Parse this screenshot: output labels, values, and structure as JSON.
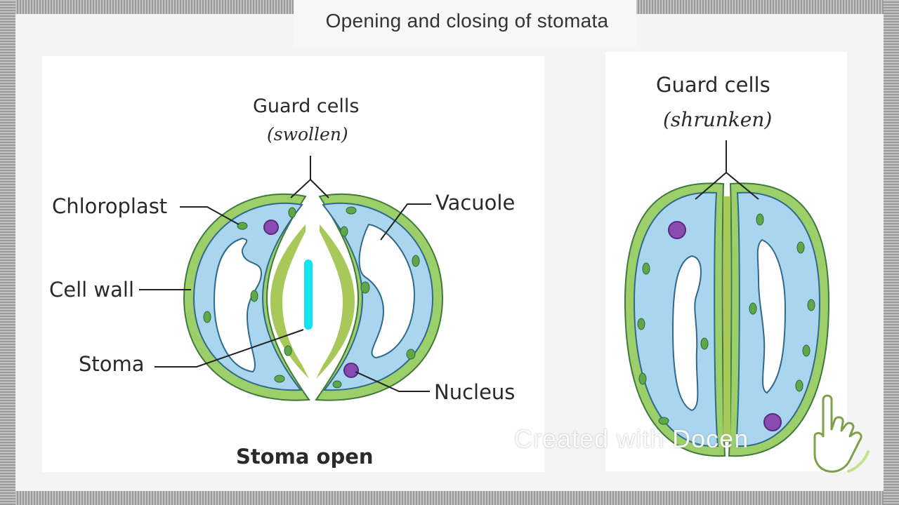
{
  "title": "Opening and closing of stomata",
  "open_diagram": {
    "guard_cells_label": "Guard cells",
    "guard_cells_state": "(swollen)",
    "chloroplast": "Chloroplast",
    "vacuole": "Vacuole",
    "cell_wall": "Cell wall",
    "stoma": "Stoma",
    "nucleus": "Nucleus",
    "caption": "Stoma open"
  },
  "closed_diagram": {
    "guard_cells_label": "Guard cells",
    "guard_cells_state": "(shrunken)"
  },
  "watermark": "Created with Docen",
  "colors": {
    "cell_wall": "#9ccf6a",
    "cytoplasm": "#a9d6ee",
    "outline": "#2f6a8a",
    "chloroplast": "#5fa84a",
    "nucleus": "#8a4bb0",
    "stoma_marker": "#13e3f0"
  },
  "icons": [
    "hand-pointer-icon"
  ]
}
